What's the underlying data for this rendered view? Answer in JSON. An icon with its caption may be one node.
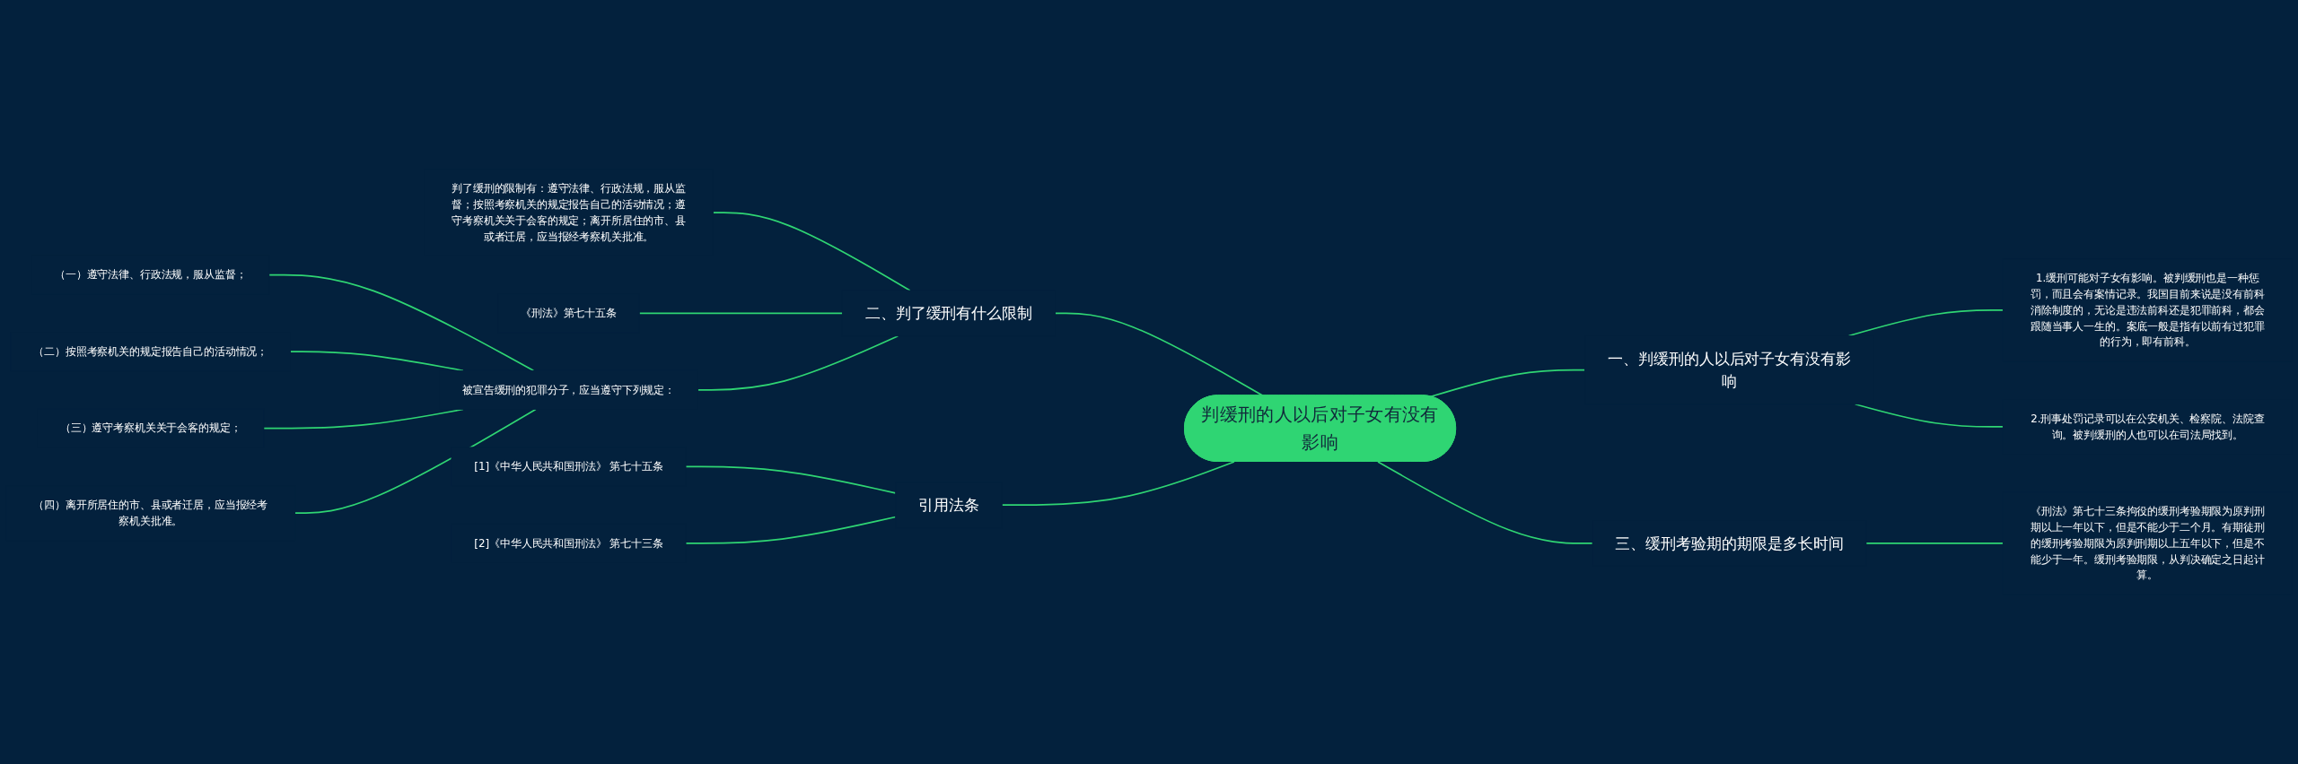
{
  "diagram": {
    "nodes": [
      {
        "text": [
          "判缓刑的人以后对子女有没有影响"
        ]
      },
      {
        "text": [
          "二、判了缓刑有什么限制"
        ]
      },
      {
        "text": [
          "判了缓刑的限制有：遵守法律、行政法规，服从监督；按照考察机关的规定报告自己的活动情况；遵守考察机关关于会客的规定；离开所居住的市、县或者迁居，应当报经考察机关批准。"
        ]
      },
      {
        "text": [
          "《刑法》第七十五条"
        ]
      },
      {
        "text": [
          "被宣告缓刑的犯罪分子，应当遵守下列规定："
        ]
      },
      {
        "text": [
          "（一）遵守法律、行政法规，服从监督；"
        ]
      },
      {
        "text": [
          "（二）按照考察机关的规定报告自己的活动情况；"
        ]
      },
      {
        "text": [
          "（三）遵守考察机关关于会客的规定；"
        ]
      },
      {
        "text": [
          "（四）离开所居住的市、县或者迁居，应当报经考察机关批准。"
        ]
      },
      {
        "text": [
          "一、判缓刑的人以后对子女有没有影响"
        ]
      },
      {
        "text": [
          "1.缓刑可能对子女有影响。被判缓刑也是一种惩罚，而且会有案情记录。我国目前来说是没有前科消除制度的，无论是违法前科还是犯罪前科，都会跟随当事人一生的。案底一般是指有以前有过犯罪的行为，即有前科。"
        ]
      },
      {
        "text": [
          "2.刑事处罚记录可以在公安机关、检察院、法院查询。被判缓刑的人也可以在司法局找到。"
        ]
      },
      {
        "text": [
          "三、缓刑考验期的期限是多长时间"
        ]
      },
      {
        "text": [
          "《刑法》第七十三条拘役的缓刑考验期限为原判刑期以上一年以下，但是不能少于二个月。有期徒刑的缓刑考验期限为原判刑期以上五年以下，但是不能少于一年。缓刑考验期限，从判决确定之日起计算。"
        ]
      },
      {
        "text": [
          "引用法条"
        ]
      },
      {
        "text": [
          "[1]《中华人民共和国刑法》 第七十五条"
        ]
      },
      {
        "text": [
          "[2]《中华人民共和国刑法》 第七十三条"
        ]
      }
    ],
    "edges": [
      {
        "from": 0,
        "to": 1,
        "arrow": "none"
      },
      {
        "from": 1,
        "to": 2,
        "arrow": "none"
      },
      {
        "from": 1,
        "to": 3,
        "arrow": "none"
      },
      {
        "from": 1,
        "to": 4,
        "arrow": "none"
      },
      {
        "from": 4,
        "to": 5,
        "arrow": "none"
      },
      {
        "from": 4,
        "to": 6,
        "arrow": "none"
      },
      {
        "from": 4,
        "to": 7,
        "arrow": "none"
      },
      {
        "from": 4,
        "to": 8,
        "arrow": "none"
      },
      {
        "from": 0,
        "to": 9,
        "arrow": "none"
      },
      {
        "from": 9,
        "to": 10,
        "arrow": "none"
      },
      {
        "from": 9,
        "to": 11,
        "arrow": "none"
      },
      {
        "from": 0,
        "to": 12,
        "arrow": "none"
      },
      {
        "from": 12,
        "to": 13,
        "arrow": "none"
      },
      {
        "from": 0,
        "to": 14,
        "arrow": "none"
      },
      {
        "from": 14,
        "to": 15,
        "arrow": "none"
      },
      {
        "from": 14,
        "to": 16,
        "arrow": "none"
      }
    ]
  }
}
